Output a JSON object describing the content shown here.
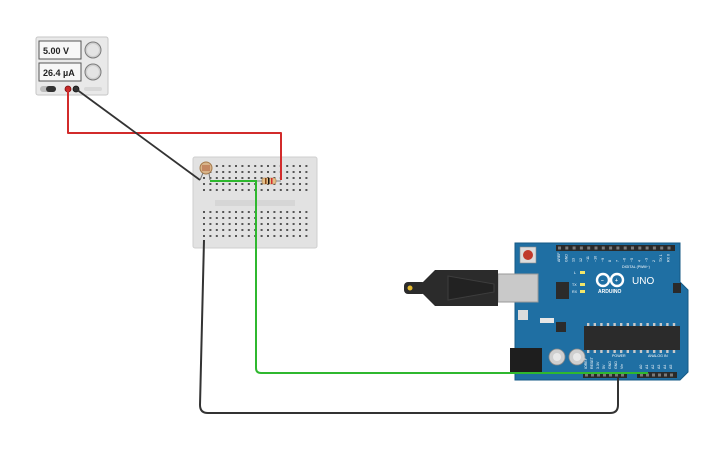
{
  "power_supply": {
    "voltage_display": "5.00 V",
    "current_display": "26.4 µA"
  },
  "arduino": {
    "model_label": "UNO",
    "brand_label": "ARDUINO",
    "digital_header_label": "DIGITAL (PWM~)",
    "power_header_label": "POWER",
    "analog_header_label": "ANALOG IN",
    "led_labels": [
      "L",
      "TX",
      "RX"
    ],
    "digital_pin_labels": [
      "AREF",
      "GND",
      "13",
      "12",
      "~11",
      "~10",
      "~9",
      "8",
      "7",
      "~6",
      "~5",
      "4",
      "~3",
      "2",
      "TX 1",
      "RX 0"
    ],
    "power_pin_labels": [
      "IOREF",
      "RESET",
      "3.3V",
      "5V",
      "GND",
      "GND",
      "Vin"
    ],
    "analog_pin_labels": [
      "A0",
      "A1",
      "A2",
      "A3",
      "A4",
      "A5"
    ]
  },
  "colors": {
    "wire_positive": "#d22b2b",
    "wire_ground": "#333333",
    "wire_signal": "#2fb82f",
    "board_blue": "#1f6fa3",
    "breadboard": "#e2e2e2",
    "supply_body": "#e9e9e9"
  },
  "icons": {
    "voltage_knob": "knob-icon",
    "current_knob": "knob-icon",
    "photoresistor": "photoresistor-icon",
    "resistor": "resistor-icon",
    "usb_cable": "usb-cable-icon",
    "reset_button": "reset-button-icon"
  }
}
